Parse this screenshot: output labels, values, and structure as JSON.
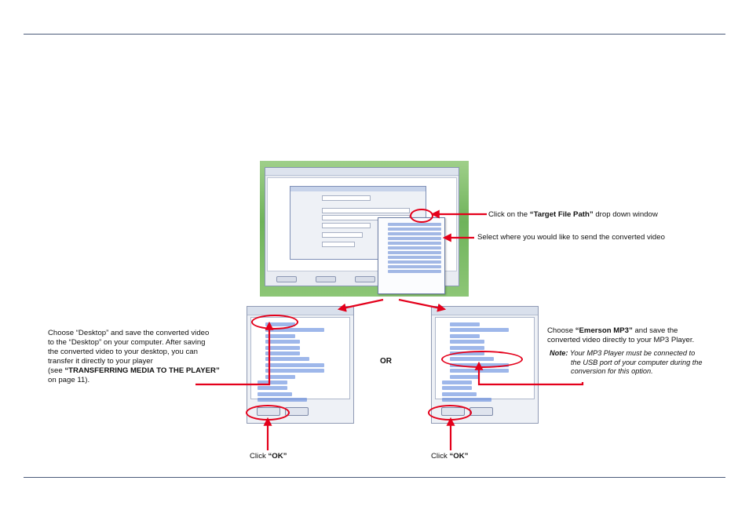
{
  "texts": {
    "target_path_prefix": "Click on the ",
    "target_path_bold": "“Target File Path”",
    "target_path_suffix": " drop down window",
    "select_where": "Select where you would like to send the converted video",
    "desktop_line1": "Choose “Desktop” and save the converted video",
    "desktop_line2": "to the “Desktop” on your computer.  After saving",
    "desktop_line3": "the converted video to your desktop, you can",
    "desktop_line4": "transfer it directly to your player",
    "desktop_see": "(see ",
    "desktop_bold": "“TRANSFERRING MEDIA TO THE PLAYER”",
    "desktop_line6": "on page 11).",
    "or": "OR",
    "emerson_prefix": "Choose  ",
    "emerson_bold": "“Emerson MP3”",
    "emerson_suffix": " and save the",
    "emerson_line2": "converted video directly  to your MP3 Player.",
    "note_label": "Note:",
    "note_line1": " Your MP3  Player must be  connected to",
    "note_line2": "the USB port of your computer during the",
    "note_line3": "conversion for this option.",
    "click_left": "Click ",
    "ok_left": " “OK”",
    "click_right": "Click ",
    "ok_right": " “OK”"
  },
  "colors": {
    "arrow": "#e4001b",
    "rule": "#4a5a7a"
  }
}
